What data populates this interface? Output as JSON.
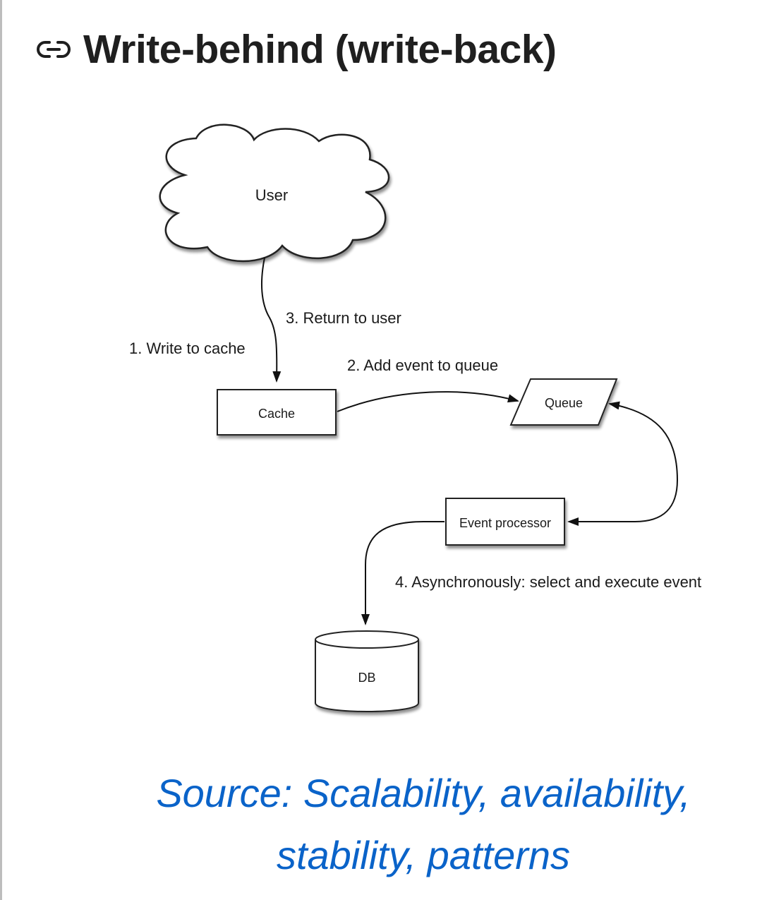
{
  "heading": {
    "icon": "link-icon",
    "title": "Write-behind (write-back)"
  },
  "diagram": {
    "nodes": {
      "user": "User",
      "cache": "Cache",
      "queue": "Queue",
      "event_processor": "Event processor",
      "db": "DB"
    },
    "edges": {
      "write_to_cache": "1. Write to cache",
      "add_event": "2. Add event to queue",
      "return_to_user": "3. Return to user",
      "async_execute": "4. Asynchronously: select and execute event"
    }
  },
  "caption": {
    "line1": "Source: Scalability, availability,",
    "line2": "stability, patterns",
    "color": "#0a63c9"
  }
}
